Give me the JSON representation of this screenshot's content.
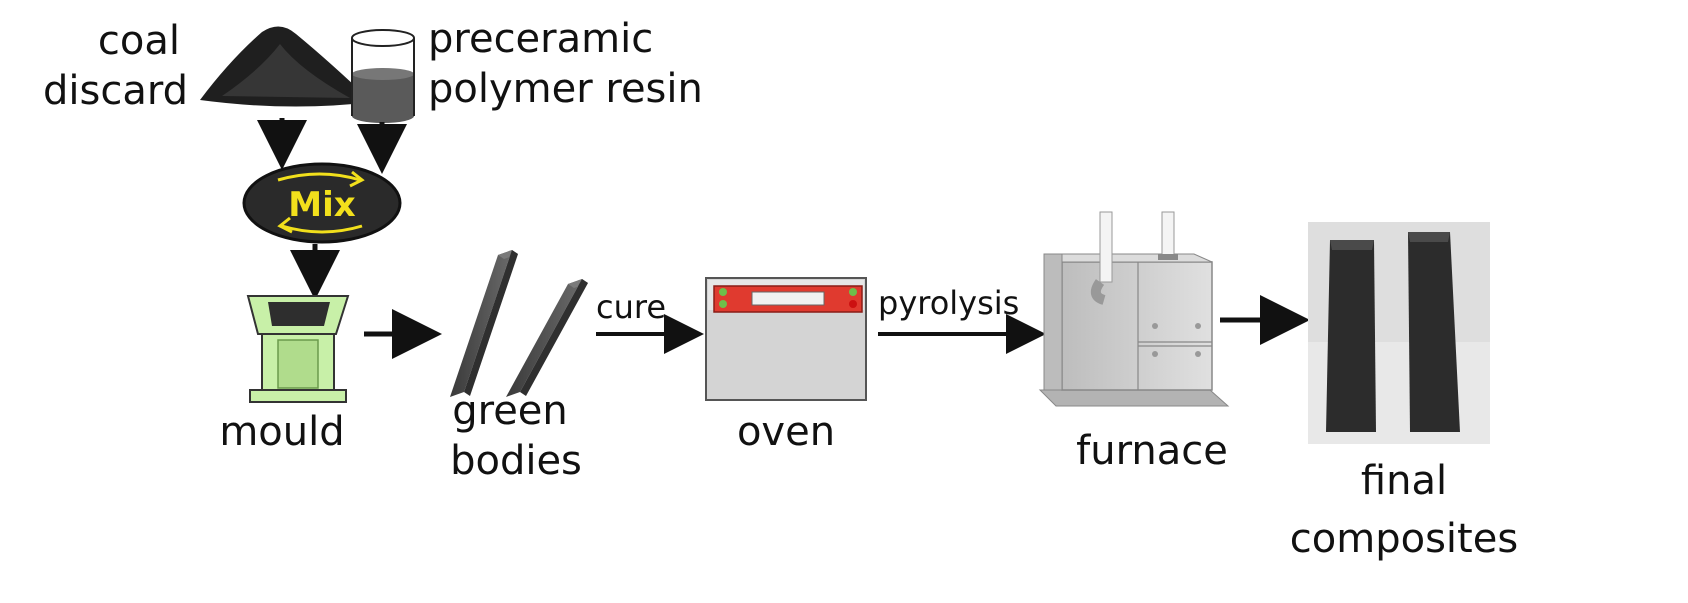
{
  "inputs": {
    "coal": {
      "line1": "coal",
      "line2": "discard"
    },
    "resin": {
      "line1": "preceramic",
      "line2": "polymer resin"
    }
  },
  "mixer": {
    "label": "Mix"
  },
  "steps": {
    "mould": "mould",
    "green_bodies": {
      "line1": "green",
      "line2": "bodies"
    },
    "oven": "oven",
    "furnace": "furnace",
    "final": {
      "line1": "final",
      "line2": "composites"
    }
  },
  "transitions": {
    "cure": "cure",
    "pyrolysis": "pyrolysis"
  },
  "colors": {
    "arrow": "#111111",
    "mould": "#c8f0a8",
    "mould_dark": "#8fc46a",
    "bar": "#555555",
    "oven_body": "#d4d4d4",
    "oven_panel": "#e03a2f",
    "furnace": "#c9c9c9",
    "mix_oval": "#2a2a2a",
    "mix_text": "#f2e01c"
  }
}
